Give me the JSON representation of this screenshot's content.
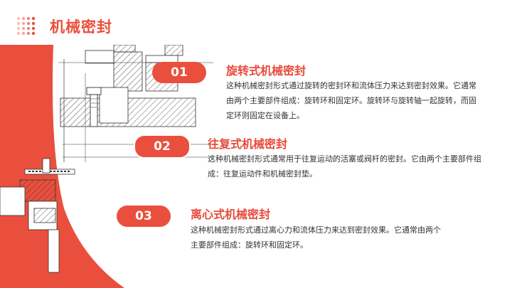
{
  "page": {
    "title": "机械密封",
    "accent": "#ea4f3d"
  },
  "icons": {
    "logo": "dot-grid-icon",
    "illustration": "mechanical-seal-drawing"
  },
  "sections": [
    {
      "number": "01",
      "heading": "旋转式机械密封",
      "body": "这种机械密封形式通过旋转的密封环和流体压力来达到密封效果。它通常由两个主要部件组成：旋转环和固定环。旋转环与旋转轴一起旋转，而固定环则固定在设备上。"
    },
    {
      "number": "02",
      "heading": "往复式机械密封",
      "body": "这种机械密封形式通常用于往复运动的活塞或阀杆的密封。它由两个主要部件组成：往复运动件和机械密封垫。"
    },
    {
      "number": "03",
      "heading": "离心式机械密封",
      "body": "这种机械密封形式通过离心力和流体压力来达到密封效果。它通常由两个主要部件组成：旋转环和固定环。"
    }
  ]
}
